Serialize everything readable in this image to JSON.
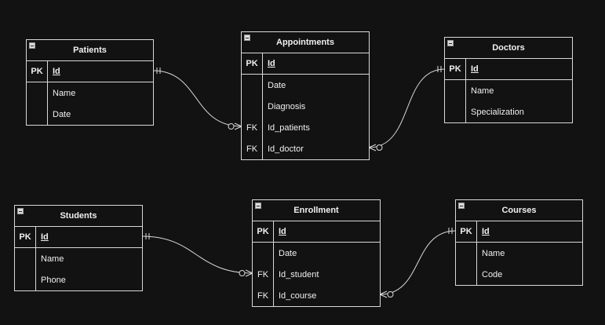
{
  "entities": [
    {
      "name": "Patients",
      "rows": [
        {
          "key": "PK",
          "field": "Id"
        },
        {
          "key": "",
          "field": "Name"
        },
        {
          "key": "",
          "field": "Date"
        }
      ]
    },
    {
      "name": "Appointments",
      "rows": [
        {
          "key": "PK",
          "field": "Id"
        },
        {
          "key": "",
          "field": "Date"
        },
        {
          "key": "",
          "field": "Diagnosis"
        },
        {
          "key": "FK",
          "field": "Id_patients"
        },
        {
          "key": "FK",
          "field": "Id_doctor"
        }
      ]
    },
    {
      "name": "Doctors",
      "rows": [
        {
          "key": "PK",
          "field": "Id"
        },
        {
          "key": "",
          "field": "Name"
        },
        {
          "key": "",
          "field": "Specialization"
        }
      ]
    },
    {
      "name": "Students",
      "rows": [
        {
          "key": "PK",
          "field": "Id"
        },
        {
          "key": "",
          "field": "Name"
        },
        {
          "key": "",
          "field": "Phone"
        }
      ]
    },
    {
      "name": "Enrollment",
      "rows": [
        {
          "key": "PK",
          "field": "Id"
        },
        {
          "key": "",
          "field": "Date"
        },
        {
          "key": "FK",
          "field": "Id_student"
        },
        {
          "key": "FK",
          "field": "Id_course"
        }
      ]
    },
    {
      "name": "Courses",
      "rows": [
        {
          "key": "PK",
          "field": "Id"
        },
        {
          "key": "",
          "field": "Name"
        },
        {
          "key": "",
          "field": "Code"
        }
      ]
    }
  ],
  "relationships": [
    {
      "from": "Patients.Id",
      "to": "Appointments.Id_patients",
      "from_end": "one-and-only-one",
      "to_end": "zero-or-many"
    },
    {
      "from": "Doctors.Id",
      "to": "Appointments.Id_doctor",
      "from_end": "one-and-only-one",
      "to_end": "zero-or-many"
    },
    {
      "from": "Students.Id",
      "to": "Enrollment.Id_student",
      "from_end": "one-and-only-one",
      "to_end": "zero-or-many"
    },
    {
      "from": "Courses.Id",
      "to": "Enrollment.Id_course",
      "from_end": "one-and-only-one",
      "to_end": "zero-or-many"
    }
  ],
  "colors": {
    "background": "#121212",
    "line": "#d9d9d9",
    "text": "#f0f0f0"
  }
}
